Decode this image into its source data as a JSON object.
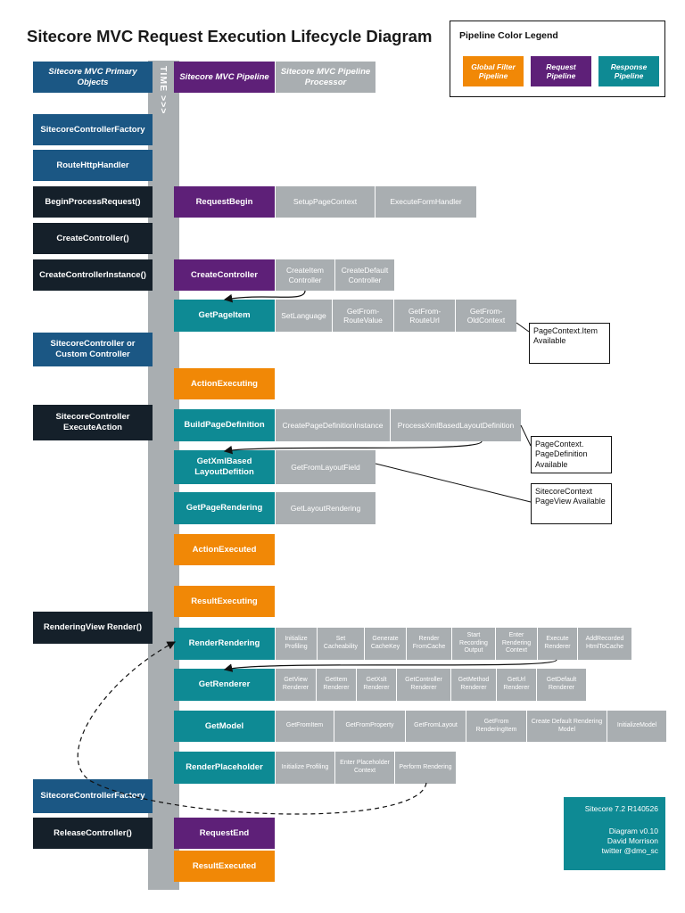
{
  "title": "Sitecore MVC Request Execution Lifecycle Diagram",
  "legend": {
    "title": "Pipeline Color Legend",
    "items": [
      "Global Filter Pipeline",
      "Request Pipeline",
      "Response Pipeline"
    ]
  },
  "time_label": "TIME >>>",
  "headers": {
    "objects": "Sitecore MVC Primary Objects",
    "pipeline": "Sitecore MVC Pipeline",
    "processor": "Sitecore MVC Pipeline Processor"
  },
  "objects": [
    "SitecoreControllerFactory",
    "RouteHttpHandler",
    "BeginProcessRequest()",
    "CreateController()",
    "CreateControllerInstance()",
    "SitecoreController or Custom Controller",
    "SitecoreController ExecuteAction",
    "RenderingView Render()",
    "SitecoreControllerFactory",
    "ReleaseController()"
  ],
  "pipelines": {
    "request_begin": "RequestBegin",
    "create_controller": "CreateController",
    "get_page_item": "GetPageItem",
    "action_executing": "ActionExecuting",
    "build_page_definition": "BuildPageDefinition",
    "get_xml_based_layout": "GetXmlBased LayoutDefition",
    "get_page_rendering": "GetPageRendering",
    "action_executed": "ActionExecuted",
    "result_executing": "ResultExecuting",
    "render_rendering": "RenderRendering",
    "get_renderer": "GetRenderer",
    "get_model": "GetModel",
    "render_placeholder": "RenderPlaceholder",
    "request_end": "RequestEnd",
    "result_executed": "ResultExecuted"
  },
  "processors": {
    "request_begin": [
      "SetupPageContext",
      "ExecuteFormHandler"
    ],
    "create_controller": [
      "CreateItem Controller",
      "CreateDefault Controller"
    ],
    "get_page_item": [
      "SetLanguage",
      "GetFrom- RouteValue",
      "GetFrom- RouteUrl",
      "GetFrom- OldContext"
    ],
    "build_page_definition": [
      "CreatePageDefinitionInstance",
      "ProcessXmlBasedLayoutDefinition"
    ],
    "get_xml_based_layout": [
      "GetFromLayoutField"
    ],
    "get_page_rendering": [
      "GetLayoutRendering"
    ],
    "render_rendering": [
      "Initialize Profiling",
      "Set Cacheability",
      "Generate CacheKey",
      "Render FromCache",
      "Start Recording Output",
      "Enter Rendering Context",
      "Execute Renderer",
      "AddRecorded HtmlToCache"
    ],
    "get_renderer": [
      "GetView Renderer",
      "GetItem Renderer",
      "GetXslt Renderer",
      "GetController Renderer",
      "GetMethod Renderer",
      "GetUrl Renderer",
      "GetDefault Renderer"
    ],
    "get_model": [
      "GetFromItem",
      "GetFromProperty",
      "GetFromLayout",
      "GetFrom RenderingItem",
      "Create Default Rendering Model",
      "InitializeModel"
    ],
    "render_placeholder": [
      "Initialize Profiling",
      "Enter Placeholder Context",
      "Perform Rendering"
    ]
  },
  "callouts": [
    "PageContext.Item Available",
    "PageContext. PageDefinition Available",
    "SitecoreContext PageView Available"
  ],
  "version": {
    "line1": "Sitecore 7.2 R140526",
    "line2": "Diagram v0.10",
    "line3": "David Morrison",
    "line4": "twitter @dmo_sc"
  },
  "colors": {
    "global_filter": "#f18806",
    "request": "#5e2078",
    "response": "#0e8a94",
    "processor": "#a9aeb1",
    "object_blue": "#1b5784",
    "object_dark": "#15202a"
  }
}
